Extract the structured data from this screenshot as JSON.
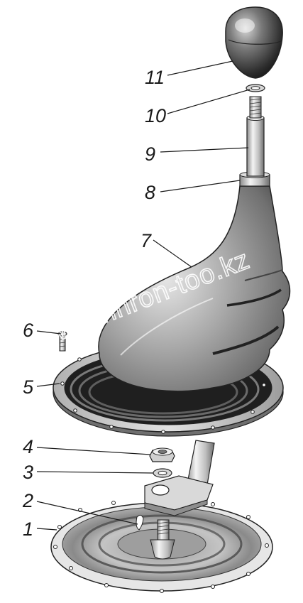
{
  "watermark": "www.sinhron-too.kz",
  "callouts": [
    "1",
    "2",
    "3",
    "4",
    "5",
    "6",
    "7",
    "8",
    "9",
    "10",
    "11"
  ],
  "parts": {
    "p1": "base-plate",
    "p2": "slot",
    "p3": "lock-washer",
    "p4": "nut",
    "p5": "boot-flange",
    "p6": "screw",
    "p7": "rubber-boot",
    "p8": "boot-collar",
    "p9": "shift-lever",
    "p10": "washer",
    "p11": "knob"
  }
}
